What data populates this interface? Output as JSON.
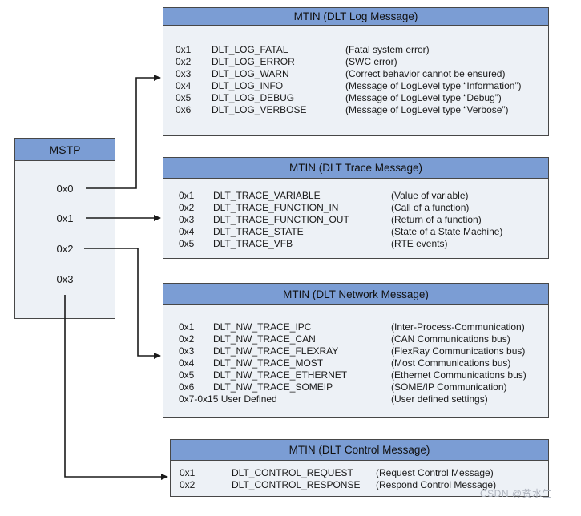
{
  "diagram": {
    "mstp": {
      "title": "MSTP",
      "values": [
        "0x0",
        "0x1",
        "0x2",
        "0x3"
      ]
    },
    "tables": [
      {
        "title": "MTIN (DLT Log Message)",
        "rows": [
          {
            "code": "0x1",
            "name": "DLT_LOG_FATAL",
            "desc": "(Fatal system error)"
          },
          {
            "code": "0x2",
            "name": "DLT_LOG_ERROR",
            "desc": "(SWC error)"
          },
          {
            "code": "0x3",
            "name": "DLT_LOG_WARN",
            "desc": "(Correct behavior cannot be ensured)"
          },
          {
            "code": "0x4",
            "name": "DLT_LOG_INFO",
            "desc": "(Message of LogLevel type “Information”)"
          },
          {
            "code": "0x5",
            "name": "DLT_LOG_DEBUG",
            "desc": "(Message of LogLevel type “Debug”)"
          },
          {
            "code": "0x6",
            "name": "DLT_LOG_VERBOSE",
            "desc": "(Message of LogLevel type “Verbose”)"
          }
        ]
      },
      {
        "title": "MTIN (DLT Trace Message)",
        "rows": [
          {
            "code": "0x1",
            "name": "DLT_TRACE_VARIABLE",
            "desc": "(Value of variable)"
          },
          {
            "code": "0x2",
            "name": "DLT_TRACE_FUNCTION_IN",
            "desc": "(Call of a function)"
          },
          {
            "code": "0x3",
            "name": "DLT_TRACE_FUNCTION_OUT",
            "desc": "(Return of a function)"
          },
          {
            "code": "0x4",
            "name": "DLT_TRACE_STATE",
            "desc": "(State of a State Machine)"
          },
          {
            "code": "0x5",
            "name": "DLT_TRACE_VFB",
            "desc": "(RTE events)"
          }
        ]
      },
      {
        "title": "MTIN (DLT Network Message)",
        "rows": [
          {
            "code": "0x1",
            "name": "DLT_NW_TRACE_IPC",
            "desc": "(Inter-Process-Communication)"
          },
          {
            "code": "0x2",
            "name": "DLT_NW_TRACE_CAN",
            "desc": "(CAN Communications bus)"
          },
          {
            "code": "0x3",
            "name": "DLT_NW_TRACE_FLEXRAY",
            "desc": "(FlexRay Communications bus)"
          },
          {
            "code": "0x4",
            "name": "DLT_NW_TRACE_MOST",
            "desc": "(Most Communications bus)"
          },
          {
            "code": "0x5",
            "name": "DLT_NW_TRACE_ETHERNET",
            "desc": "(Ethernet Communications bus)"
          },
          {
            "code": "0x6",
            "name": "DLT_NW_TRACE_SOMEIP",
            "desc": "(SOME/IP Communication)"
          },
          {
            "code": "0x7-0x15 User Defined",
            "name": "",
            "desc": "(User defined settings)"
          }
        ]
      },
      {
        "title": "MTIN (DLT Control Message)",
        "rows": [
          {
            "code": "0x1",
            "name": "DLT_CONTROL_REQUEST",
            "desc": "(Request Control Message)"
          },
          {
            "code": "0x2",
            "name": "DLT_CONTROL_RESPONSE",
            "desc": "(Respond Control Message)"
          }
        ]
      }
    ],
    "watermark": "CSDN @贫水生",
    "colors": {
      "table_header": "#7b9dd4",
      "table_body": "#edf1f6",
      "border": "#474747",
      "arrow": "#1a1a1a",
      "watermark": "#aeb3bd"
    }
  }
}
